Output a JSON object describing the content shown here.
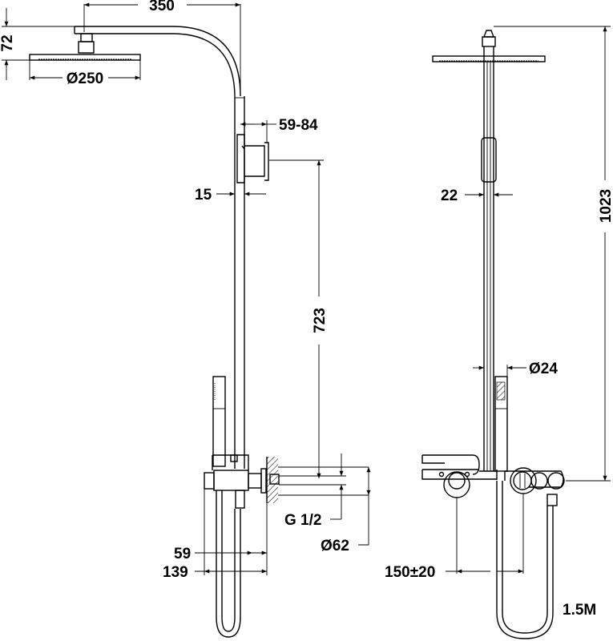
{
  "title": "Shower system dimension drawing",
  "views": {
    "side": {
      "dims": {
        "arm_reach": "350",
        "head_height": "72",
        "head_diameter": "Ø250",
        "bracket_offset": "59-84",
        "pipe_width": "15",
        "bracket_to_mixer": "723",
        "inlet_thread": "G 1/2",
        "flange_diameter": "Ø62",
        "mixer_depth": "59",
        "total_depth": "139"
      }
    },
    "front": {
      "dims": {
        "total_height": "1023",
        "pipe_width": "22",
        "handshower_diameter": "Ø24",
        "inlet_spacing": "150±20",
        "hose_length": "1.5M"
      }
    }
  },
  "colors": {
    "line": "#000000",
    "background": "#ffffff"
  }
}
